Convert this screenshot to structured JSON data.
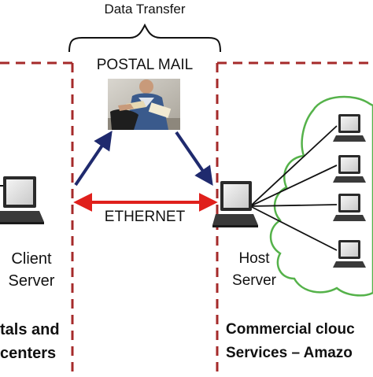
{
  "data_transfer_label": "Data Transfer",
  "postal_mail_label": "POSTAL MAIL",
  "postal_photo_icon": "mail-carrier-photo",
  "ethernet_label": "ETHERNET",
  "client": {
    "label_line1": "Client",
    "label_line2": "Server",
    "icon": "laptop-icon"
  },
  "host": {
    "label_line1": "Host",
    "label_line2": "Server",
    "icon": "laptop-icon"
  },
  "left_region": {
    "line1": "tals and",
    "line2": "centers"
  },
  "right_region": {
    "line1": "Commercial clouc",
    "line2": "Services – Amazo"
  },
  "colors": {
    "dashed_border": "#a52a2a",
    "postal_arrow": "#1f2a6e",
    "ethernet_arrow": "#e0201c",
    "cloud": "#55b24a"
  }
}
